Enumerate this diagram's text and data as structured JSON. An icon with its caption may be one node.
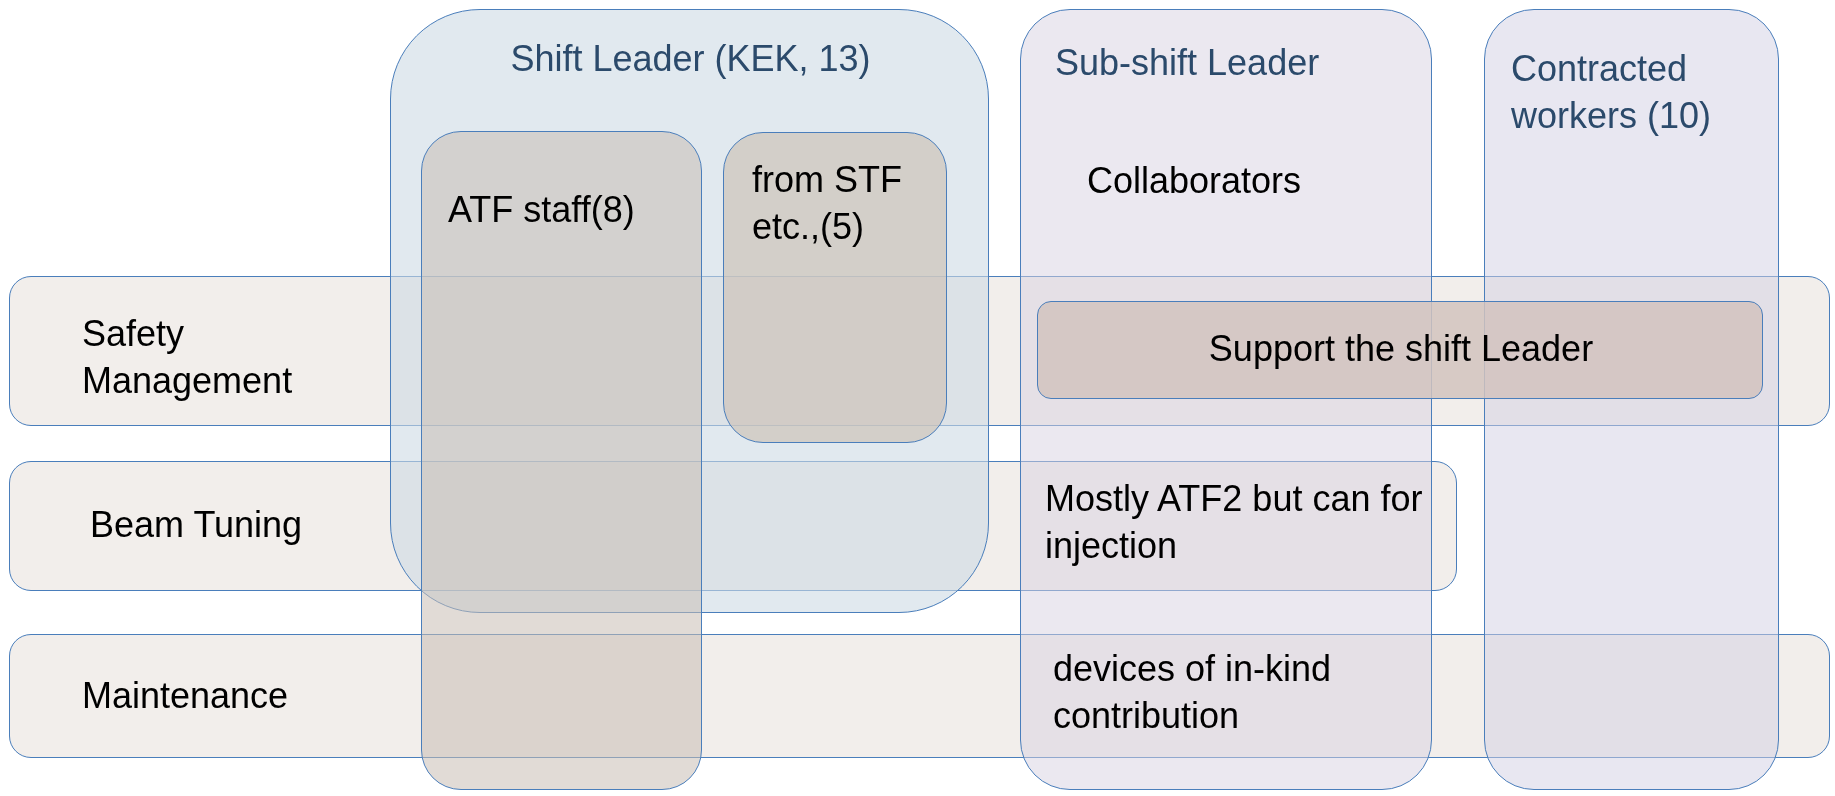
{
  "diagram": {
    "nodes": [
      {
        "text": [
          "Shift Leader (KEK, 13)"
        ]
      },
      {
        "text": [
          "ATF staff(8)"
        ]
      },
      {
        "text": [
          "from STF etc.,(5)"
        ],
        "in": 0
      },
      {
        "text": [
          "Sub-shift Leader",
          "Collaborators"
        ]
      },
      {
        "text": [
          "Contracted workers (10)"
        ]
      },
      {
        "text": [
          "Safety Management"
        ]
      },
      {
        "text": [
          "Support the shift Leader"
        ],
        "in": 5
      },
      {
        "text": [
          "Beam Tuning"
        ]
      },
      {
        "text": [
          "Maintenance"
        ]
      }
    ],
    "labels": [
      "Mostly ATF2 but can for injection",
      "devices of in-kind contribution"
    ]
  }
}
